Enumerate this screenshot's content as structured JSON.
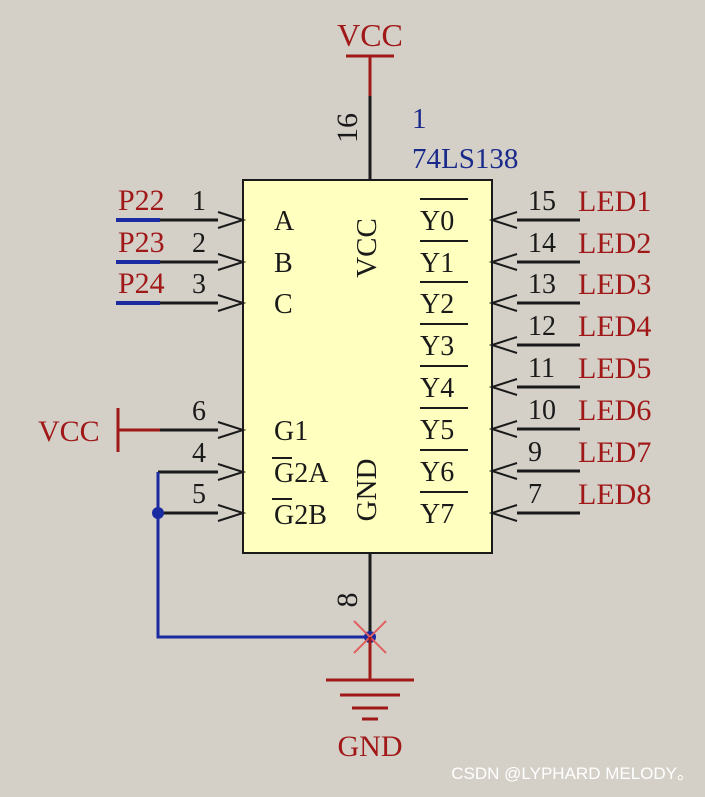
{
  "chip": {
    "designator": "1",
    "part": "74LS138",
    "fill": "#ffffc0",
    "left_pins": [
      {
        "num": "1",
        "name": "A",
        "net": "P22"
      },
      {
        "num": "2",
        "name": "B",
        "net": "P23"
      },
      {
        "num": "3",
        "name": "C",
        "net": "P24"
      },
      {
        "num": "6",
        "name": "G1",
        "net": "VCC"
      },
      {
        "num": "4",
        "name": "G2A",
        "net": ""
      },
      {
        "num": "5",
        "name": "G2B",
        "net": ""
      }
    ],
    "right_pins": [
      {
        "num": "15",
        "name": "Y0",
        "net": "LED1"
      },
      {
        "num": "14",
        "name": "Y1",
        "net": "LED2"
      },
      {
        "num": "13",
        "name": "Y2",
        "net": "LED3"
      },
      {
        "num": "12",
        "name": "Y3",
        "net": "LED4"
      },
      {
        "num": "11",
        "name": "Y4",
        "net": "LED5"
      },
      {
        "num": "10",
        "name": "Y5",
        "net": "LED6"
      },
      {
        "num": "9",
        "name": "Y6",
        "net": "LED7"
      },
      {
        "num": "7",
        "name": "Y7",
        "net": "LED8"
      }
    ],
    "top_pin": {
      "num": "16",
      "name": "VCC"
    },
    "bottom_pin": {
      "num": "8",
      "name": "GND"
    }
  },
  "power": {
    "top": "VCC",
    "bottom": "GND"
  },
  "colors": {
    "net_label": "#a01818",
    "wire": "#1a1a1a",
    "bus_wire": "#1a2aa0",
    "designator": "#1a2a8a",
    "background": "#d4d0c8"
  },
  "watermark": "CSDN @LYPHARD MELODY。"
}
